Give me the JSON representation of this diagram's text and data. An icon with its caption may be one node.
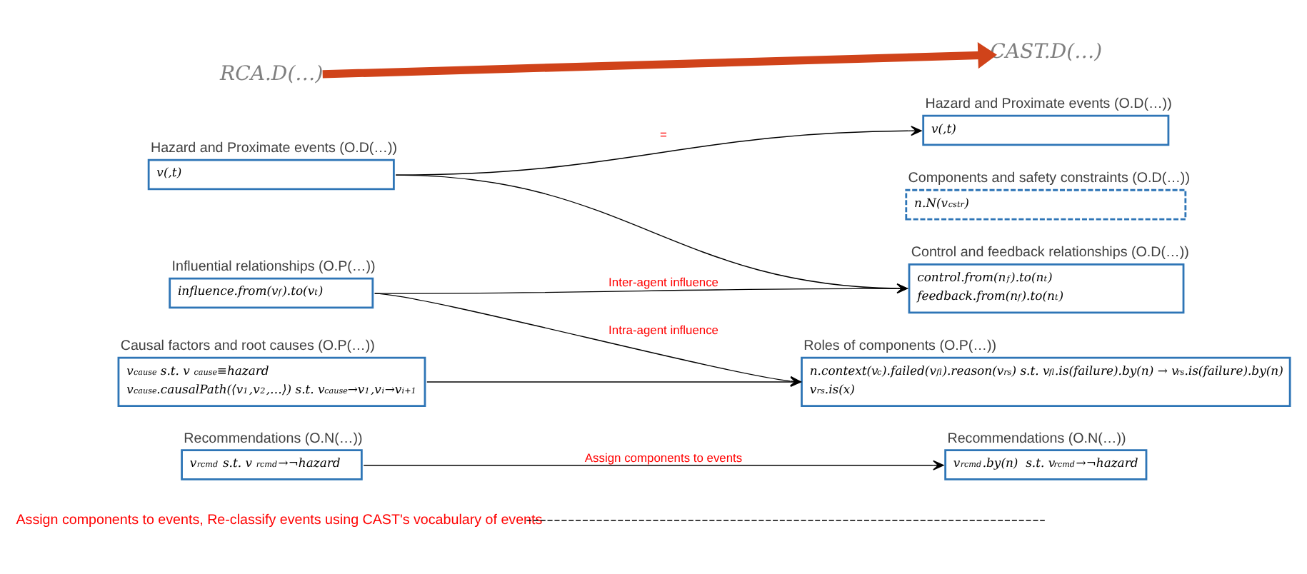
{
  "diagram": {
    "nodes": [
      {
        "text": [
          "RCA.D(…)"
        ]
      },
      {
        "text": [
          "CAST.D(…)"
        ]
      },
      {
        "text": [
          "Hazard and Proximate events (O.D(…))",
          "v(,t)"
        ]
      },
      {
        "text": [
          "Influential relationships (O.P(…))",
          "influence.from(v$_{f}$).to(v$_{t}$)"
        ]
      },
      {
        "text": [
          "Causal factors and root causes (O.P(…))",
          "v$_{cause}$  s.t. v$_{cause}$≡hazard",
          "v$_{cause}$.causalPath(⟨v$_{1}$,v$_{2}$,…⟩) s.t. v$_{cause}$→v$_{1}$,v$_{i}$→v$_{i+1}$"
        ]
      },
      {
        "text": [
          "Recommendations (O.N(…))",
          "v$_{rcmd}$  s.t. v$_{rcmd}$→¬hazard"
        ]
      },
      {
        "text": [
          "Hazard and Proximate events (O.D(…))",
          "v(,t)"
        ]
      },
      {
        "text": [
          "Components and safety constraints (O.D(…))",
          "n.N(v$_{cstr}$)"
        ]
      },
      {
        "text": [
          "Control and feedback relationships (O.D(…))",
          "control.from(n$_{f}$).to(n$_{t}$)",
          "feedback.from(n$_{f}$).to(n$_{t}$)"
        ]
      },
      {
        "text": [
          "Roles of components (O.P(…))",
          "n.context(v$_{c}$).failed(v$_{fl}$).reason(v$_{rs}$) s.t. v$_{fl}$.is(failure).by(n) → v$_{rs}$.is(failure).by(n)",
          "v$_{rs}$.is(x)"
        ]
      },
      {
        "text": [
          "Recommendations (O.N(…))",
          "v$_{rcmd}$.by(n)  s.t. v$_{rcmd}$→¬hazard"
        ]
      },
      {
        "text": [
          "Assign components to events, Re-classify events using CAST's vocabulary of events"
        ]
      }
    ],
    "edges": [
      {
        "from": 0,
        "to": 1,
        "arrow": "to",
        "style": "thick",
        "color": "#d0431a"
      },
      {
        "from": 2,
        "to": 6,
        "arrow": "to",
        "label": "="
      },
      {
        "from": 2,
        "to": 8,
        "arrow": "to"
      },
      {
        "from": 3,
        "to": 8,
        "arrow": "to",
        "label": "Inter-agent influence"
      },
      {
        "from": 3,
        "to": 9,
        "arrow": "to",
        "label": "Intra-agent influence"
      },
      {
        "from": 4,
        "to": 9,
        "arrow": "to"
      },
      {
        "from": 5,
        "to": 10,
        "arrow": "to",
        "label": "Assign components to events"
      },
      {
        "from": 11,
        "to": null,
        "arrow": "none",
        "style": "dashed"
      }
    ]
  }
}
